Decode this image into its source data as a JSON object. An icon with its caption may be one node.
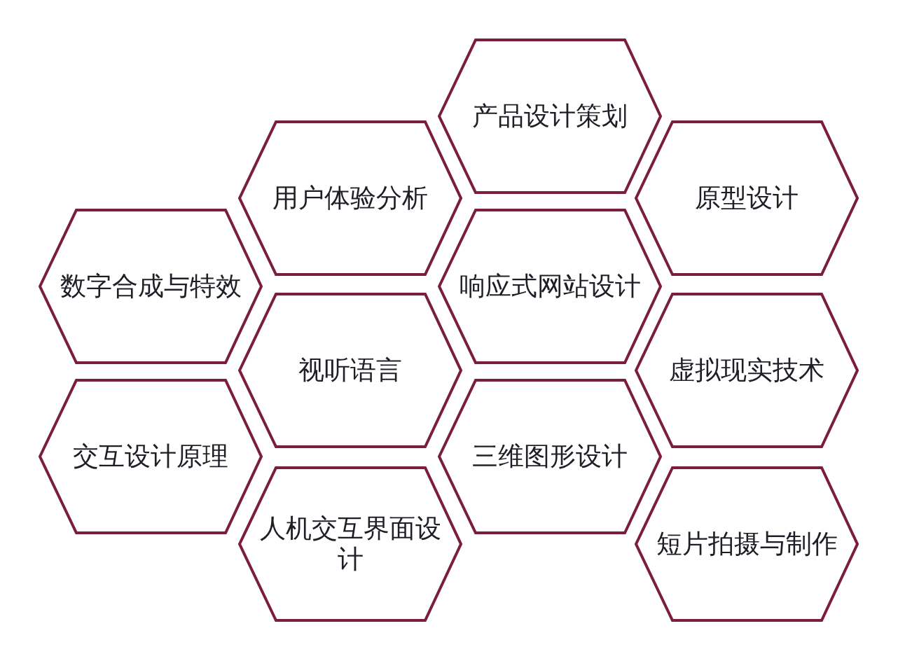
{
  "diagram": {
    "nodes": [
      {
        "text": [
          "产品设计策划"
        ]
      },
      {
        "text": [
          "用户体验分析"
        ]
      },
      {
        "text": [
          "原型设计"
        ]
      },
      {
        "text": [
          "数字合成与特效"
        ]
      },
      {
        "text": [
          "响应式网站设计"
        ]
      },
      {
        "text": [
          "视听语言"
        ]
      },
      {
        "text": [
          "虚拟现实技术"
        ]
      },
      {
        "text": [
          "交互设计原理"
        ]
      },
      {
        "text": [
          "三维图形设计"
        ]
      },
      {
        "text": [
          "人机交互界面设计"
        ]
      },
      {
        "text": [
          "短片拍摄与制作"
        ]
      }
    ]
  }
}
